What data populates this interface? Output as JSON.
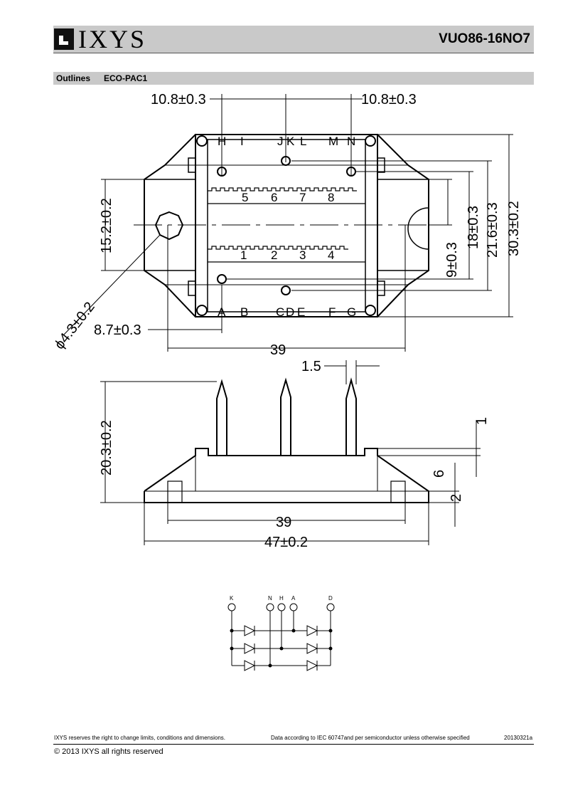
{
  "header": {
    "logo_text": "IXYS",
    "part_number": "VUO86-16NO7"
  },
  "section": {
    "label": "Outlines",
    "package": "ECO-PAC1"
  },
  "top_view": {
    "dim_left_spacing": "10.8±0.3",
    "dim_right_spacing": "10.8±0.3",
    "dim_height_outer": "30.3±0.2",
    "dim_21_6": "21.6±0.3",
    "dim_18": "18±0.3",
    "dim_9": "9±0.3",
    "dim_15_2": "15.2±0.2",
    "dim_hole": "ϕ4.3±0.2",
    "dim_8_7": "8.7±0.3",
    "dim_width_39": "39",
    "pins_top": [
      "H",
      "I",
      "J",
      "K",
      "L",
      "M",
      "N"
    ],
    "pins_bottom": [
      "A",
      "B",
      "C",
      "D",
      "E",
      "F",
      "G"
    ],
    "numbers_top": [
      "5",
      "6",
      "7",
      "8"
    ],
    "numbers_bottom": [
      "1",
      "2",
      "3",
      "4"
    ]
  },
  "side_view": {
    "dim_pin_width": "1.5",
    "dim_height": "20.3±0.2",
    "dim_1": "1",
    "dim_6": "6",
    "dim_2": "2",
    "dim_39": "39",
    "dim_47": "47±0.2"
  },
  "schematic": {
    "terminals": [
      "K",
      "N",
      "H",
      "A",
      "D"
    ]
  },
  "footer": {
    "disclaimer": "IXYS reserves the right to change limits, conditions and dimensions.",
    "data_note": "Data according to IEC 60747and per semiconductor unless otherwise specified",
    "doc_code": "20130321a",
    "copyright": "© 2013  IXYS all rights reserved"
  }
}
